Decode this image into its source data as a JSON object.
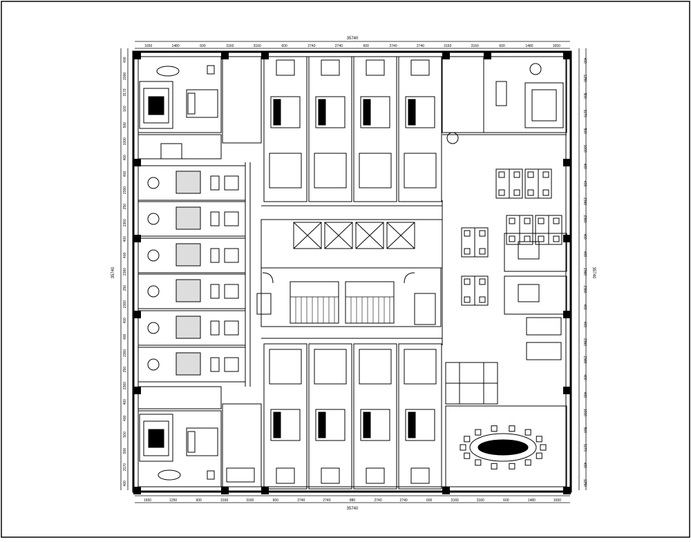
{
  "overall_dimension": "35740",
  "overall_dimension_bottom": "35740",
  "overall_dimension_left": "35740",
  "overall_dimension_right": "35740",
  "top_dims": [
    "1650",
    "1480",
    "600",
    "3160",
    "3160",
    "600",
    "2740",
    "2740",
    "600",
    "2740",
    "2740",
    "3160",
    "3160",
    "600",
    "1480",
    "1650"
  ],
  "bottom_dims": [
    "1650",
    "1250",
    "600",
    "3160",
    "3160",
    "600",
    "2740",
    "2740",
    "880",
    "2740",
    "2740",
    "600",
    "3160",
    "3160",
    "600",
    "1480",
    "1650"
  ],
  "left_dims": [
    "400",
    "2000",
    "3170",
    "160",
    "500",
    "1000",
    "400",
    "400",
    "2360",
    "250",
    "2360",
    "400",
    "400",
    "2360",
    "250",
    "2360",
    "400",
    "400",
    "2360",
    "250",
    "2360",
    "400",
    "400",
    "500",
    "900",
    "3170",
    "400"
  ],
  "right_dims": [
    "400",
    "1250",
    "500",
    "3170",
    "500",
    "1000",
    "400",
    "400",
    "2360",
    "2360",
    "400",
    "400",
    "2360",
    "2360",
    "400",
    "400",
    "2360",
    "2360",
    "400",
    "400",
    "1000",
    "500",
    "3170",
    "400",
    "1250"
  ],
  "colors": {
    "line": "#000000",
    "background": "#ffffff"
  }
}
